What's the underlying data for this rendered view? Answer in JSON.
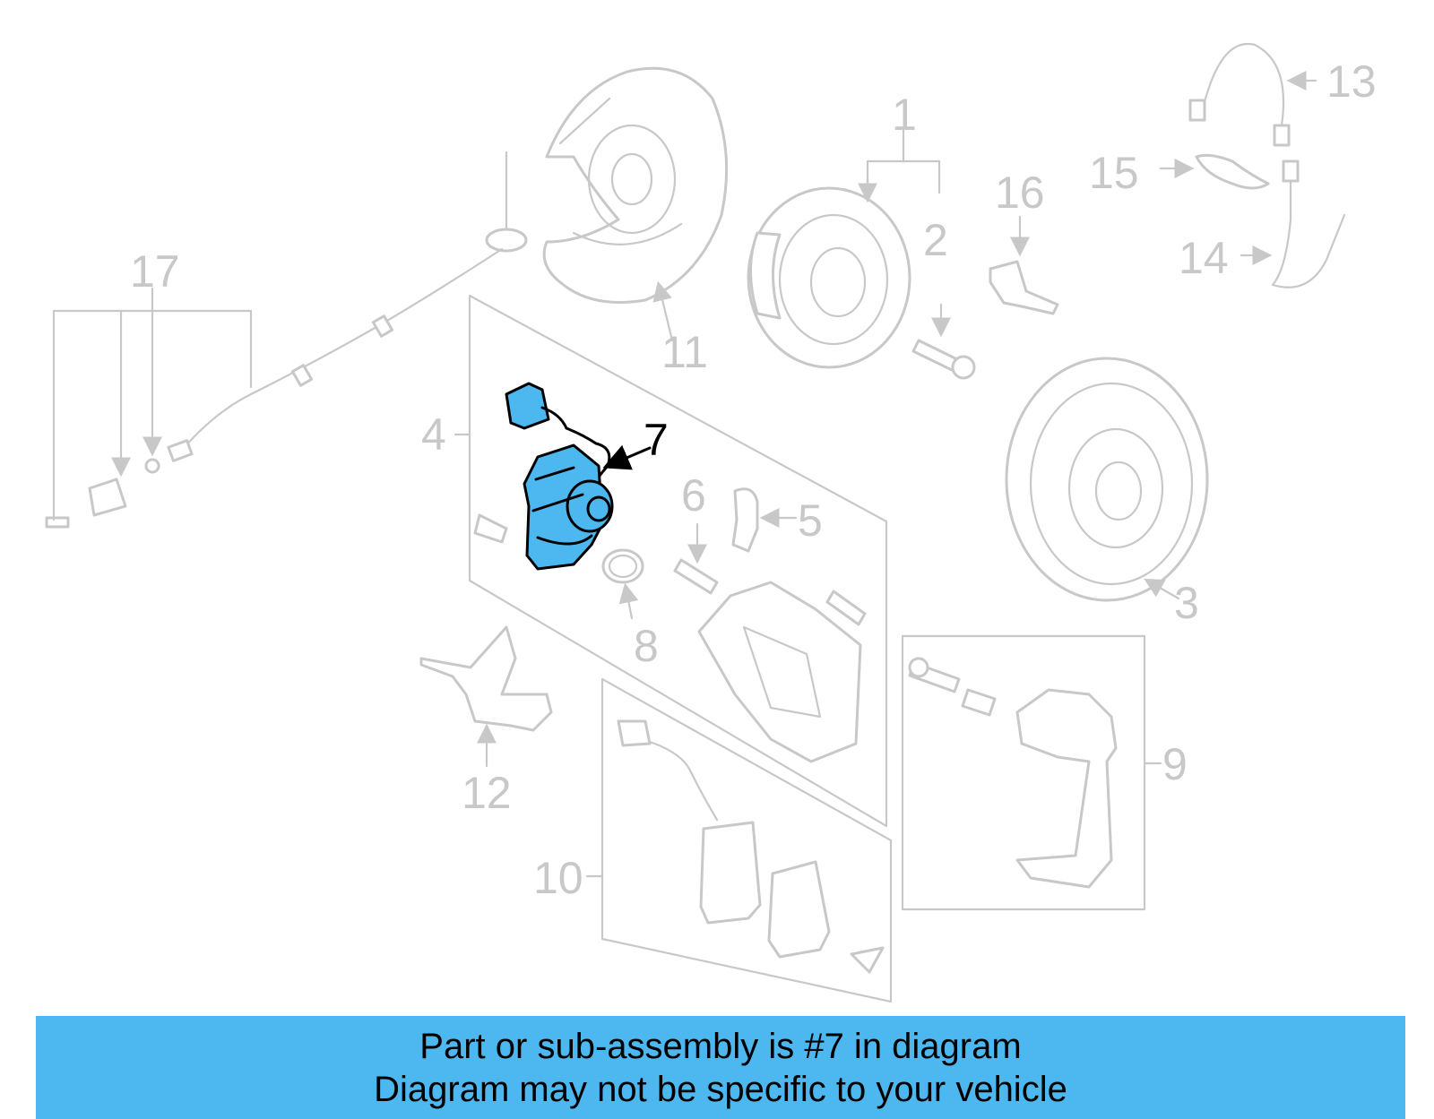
{
  "diagram": {
    "highlighted_part": "7",
    "callouts": [
      "1",
      "2",
      "3",
      "4",
      "5",
      "6",
      "7",
      "8",
      "9",
      "10",
      "11",
      "12",
      "13",
      "14",
      "15",
      "16",
      "17"
    ],
    "colors": {
      "highlight": "#4db8ef",
      "ghost_lines": "#c8c8c8",
      "banner": "#4db8ef"
    }
  },
  "banner": {
    "line1": "Part or sub-assembly is #7 in diagram",
    "line2": "Diagram may not be specific to your vehicle"
  }
}
